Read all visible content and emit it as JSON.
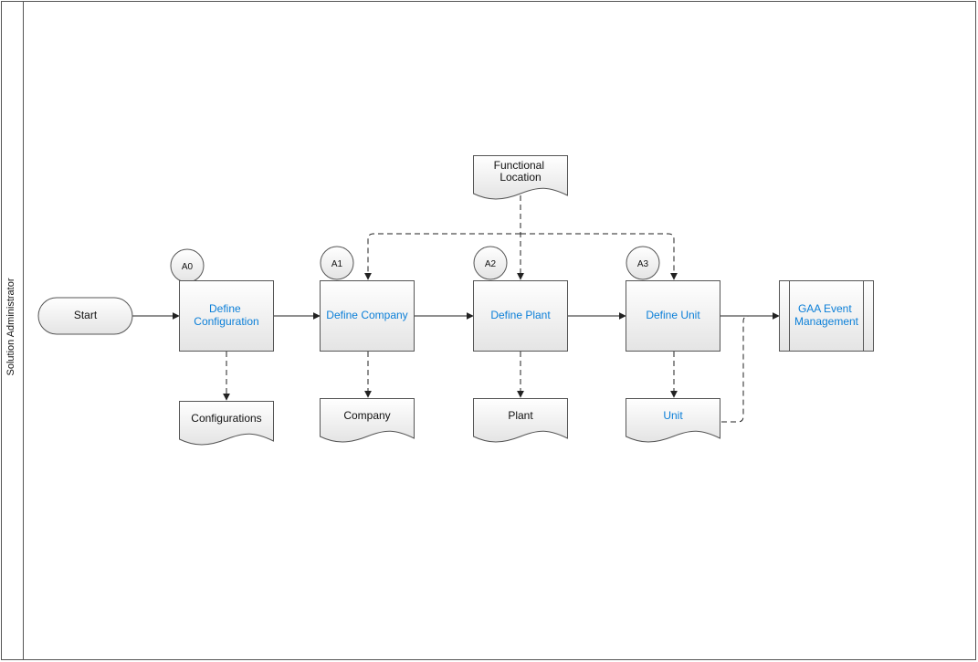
{
  "lane": {
    "label": "Solution Administrator"
  },
  "colors": {
    "link_text": "#0b7fd8",
    "text": "#111111",
    "stroke": "#555555",
    "box_fill_top": "#ffffff",
    "box_fill_bottom": "#e6e6e6"
  },
  "terminator": {
    "label": "Start"
  },
  "steps": [
    {
      "id": "A0",
      "badge": "A0",
      "lines": [
        "Define",
        "Configuration"
      ],
      "is_link": true
    },
    {
      "id": "A1",
      "badge": "A1",
      "lines": [
        "Define Company"
      ],
      "is_link": true
    },
    {
      "id": "A2",
      "badge": "A2",
      "lines": [
        "Define Plant"
      ],
      "is_link": true
    },
    {
      "id": "A3",
      "badge": "A3",
      "lines": [
        "Define Unit"
      ],
      "is_link": true
    }
  ],
  "subprocess": {
    "lines": [
      "GAA Event",
      "Management"
    ],
    "is_link": true
  },
  "documents": {
    "configurations": {
      "lines": [
        "Configurations"
      ],
      "is_link": false
    },
    "company": {
      "lines": [
        "Company"
      ],
      "is_link": false
    },
    "plant": {
      "lines": [
        "Plant"
      ],
      "is_link": false
    },
    "unit": {
      "lines": [
        "Unit"
      ],
      "is_link": true
    },
    "functional_location": {
      "lines": [
        "Functional",
        "Location"
      ],
      "is_link": false
    }
  }
}
